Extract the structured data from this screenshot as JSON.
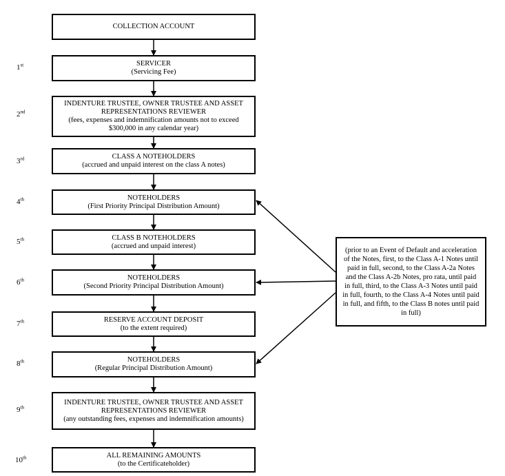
{
  "boxes": [
    {
      "lines": [
        "COLLECTION ACCOUNT"
      ]
    },
    {
      "lines": [
        "SERVICER",
        "(Servicing Fee)"
      ]
    },
    {
      "lines": [
        "INDENTURE TRUSTEE, OWNER TRUSTEE AND ASSET",
        "REPRESENTATIONS REVIEWER",
        "(fees, expenses and indemnification amounts not to exceed",
        "$300,000 in any calendar year)"
      ]
    },
    {
      "lines": [
        "CLASS A NOTEHOLDERS",
        "(accrued and unpaid interest on the class A notes)"
      ]
    },
    {
      "lines": [
        "NOTEHOLDERS",
        "(First Priority Principal Distribution Amount)"
      ]
    },
    {
      "lines": [
        "CLASS B NOTEHOLDERS",
        "(accrued and unpaid interest)"
      ]
    },
    {
      "lines": [
        "NOTEHOLDERS",
        "(Second Priority Principal Distribution Amount)"
      ]
    },
    {
      "lines": [
        "RESERVE ACCOUNT DEPOSIT",
        "(to the extent required)"
      ]
    },
    {
      "lines": [
        "NOTEHOLDERS",
        "(Regular Principal Distribution Amount)"
      ]
    },
    {
      "lines": [
        "INDENTURE TRUSTEE, OWNER TRUSTEE AND ASSET",
        "REPRESENTATIONS REVIEWER",
        "(any outstanding fees, expenses and indemnification amounts)"
      ]
    },
    {
      "lines": [
        "ALL REMAINING AMOUNTS",
        "(to the Certificateholder)"
      ]
    }
  ],
  "ordinals": [
    {
      "num": "1",
      "sup": "st"
    },
    {
      "num": "2",
      "sup": "nd"
    },
    {
      "num": "3",
      "sup": "rd"
    },
    {
      "num": "4",
      "sup": "th"
    },
    {
      "num": "5",
      "sup": "th"
    },
    {
      "num": "6",
      "sup": "th"
    },
    {
      "num": "7",
      "sup": "th"
    },
    {
      "num": "8",
      "sup": "th"
    },
    {
      "num": "9",
      "sup": "th"
    },
    {
      "num": "10",
      "sup": "th"
    }
  ],
  "note": {
    "text": "(prior to an Event of Default and acceleration of the Notes, first, to the Class A-1 Notes until paid in full, second, to the Class A-2a Notes and the Class A-2b Notes, pro rata, until paid in full, third, to the Class A-3 Notes until paid in full, fourth, to the Class A-4 Notes until paid in full, and fifth, to the Class B notes until paid in full)"
  }
}
